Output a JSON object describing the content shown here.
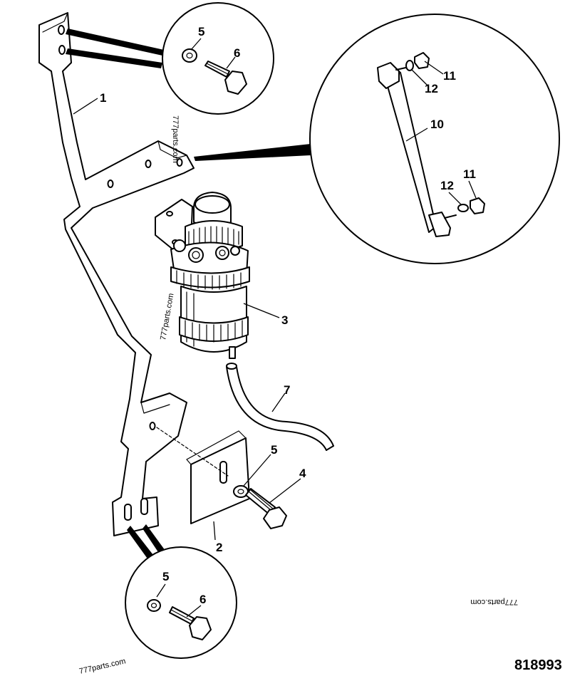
{
  "callouts": {
    "c1": "1",
    "c2": "2",
    "c3": "3",
    "c4": "4",
    "c5_top": "5",
    "c5_mid": "5",
    "c5_bot": "5",
    "c6_top": "6",
    "c6_bot": "6",
    "c7": "7",
    "c10": "10",
    "c11_top": "11",
    "c11_bot": "11",
    "c12_top": "12",
    "c12_bot": "12"
  },
  "watermarks": {
    "w1": "777parts.com",
    "w2": "777parts.com",
    "w3": "777parts.com",
    "w4": "777parts.com"
  },
  "reference_number": "818993"
}
